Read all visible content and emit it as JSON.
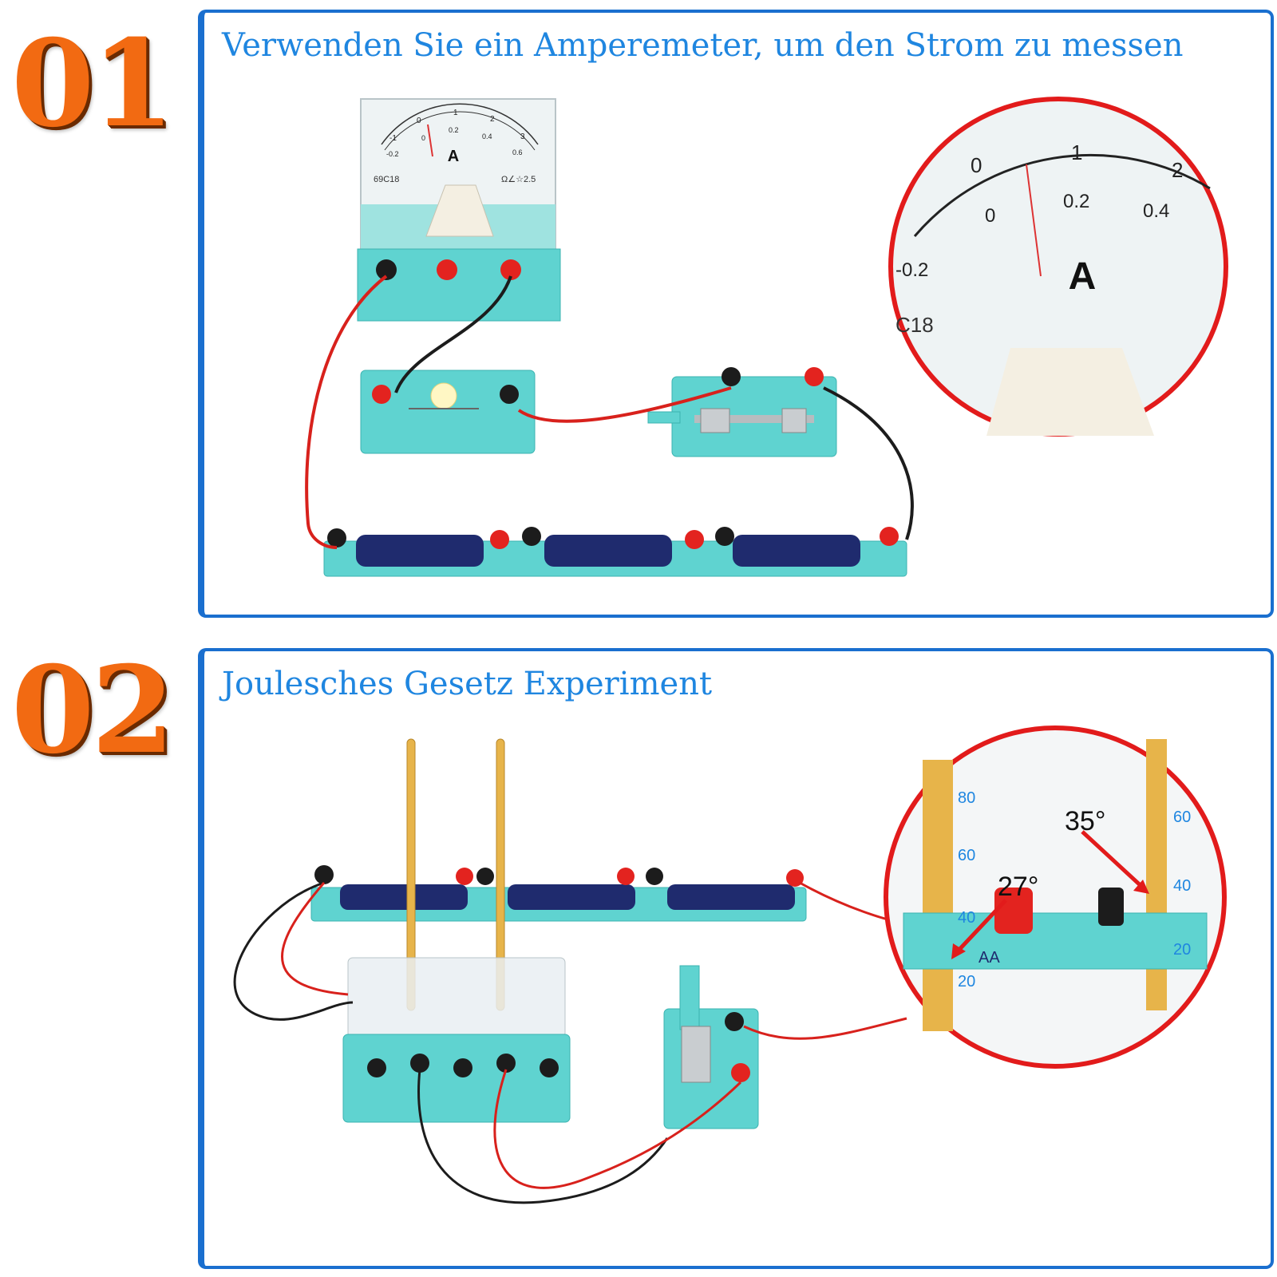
{
  "sections": [
    {
      "number": "01",
      "title": "Verwenden Sie ein Amperemeter, um den Strom zu messen",
      "meter": {
        "unit": "A",
        "model": "69C18",
        "class_mark": "Ω∠☆2.5",
        "top_scale": [
          "-1",
          "0",
          "1",
          "2",
          "3"
        ],
        "bottom_scale": [
          "-0.2",
          "0",
          "0.2",
          "0.4",
          "0.6"
        ]
      },
      "zoom": {
        "top_scale": [
          "0",
          "1",
          "2"
        ],
        "bottom_scale": [
          "-0.2",
          "0",
          "0.2",
          "0.4"
        ],
        "unit": "A",
        "model_fragment": "C18"
      }
    },
    {
      "number": "02",
      "title": "Joulesches Gesetz Experiment",
      "zoom": {
        "left_reading": "27°",
        "right_reading": "35°",
        "left_scale": [
          "80",
          "60",
          "40",
          "20"
        ],
        "right_scale": [
          "60",
          "40",
          "20"
        ],
        "battery_marking": "AA"
      }
    }
  ],
  "colors": {
    "number": "#f26a12",
    "panel_border": "#1a6fcf",
    "title": "#1f86e0",
    "base": "#5fd3d0",
    "terminal_red": "#e3231f",
    "terminal_black": "#1c1c1c",
    "zoom_ring": "#e21b1b"
  }
}
